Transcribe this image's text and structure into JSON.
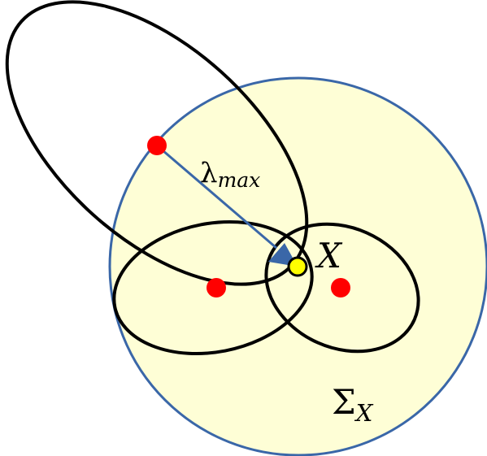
{
  "labels": {
    "lambda_max_symbol": "λ",
    "lambda_max_subscript": "max",
    "point_label": "X",
    "sigma_symbol": "Σ",
    "sigma_subscript": "X"
  },
  "colors": {
    "background_circle_fill": "#fefed6",
    "background_circle_stroke": "#3a67a8",
    "ellipse_stroke": "#000000",
    "arrow_color": "#3a67a8",
    "red_point": "#ff0000",
    "center_point_fill": "#ffff00",
    "center_point_stroke": "#000000"
  }
}
